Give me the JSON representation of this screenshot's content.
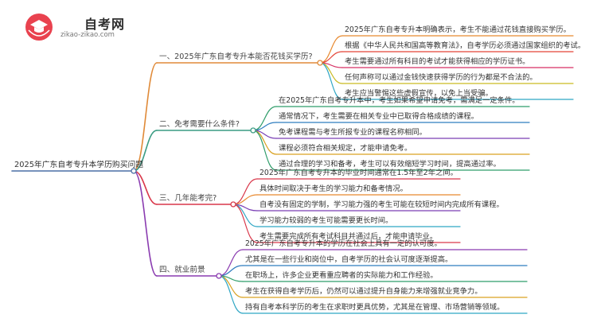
{
  "logo": {
    "title": "自考网",
    "url": "zikao-zikao.com"
  },
  "colors": {
    "b1": "#e08a38",
    "b2": "#3a9c83",
    "b3": "#d9374a",
    "b4": "#8a3bb0",
    "leaf_b1": [
      "#e8892f",
      "#e44336",
      "#d62f63",
      "#c9ba22",
      "#2fa6c4"
    ],
    "leaf_b2": [
      "#2f9d6a",
      "#2f7dbf",
      "#7a3fb5",
      "#d9a221",
      "#2f9d6a"
    ],
    "leaf_b3": [
      "#d9374a",
      "#e8892f",
      "#7a3fb5",
      "#2fa6c4",
      "#d9374a"
    ],
    "leaf_b4": [
      "#8a3bb0",
      "#2f7dbf",
      "#2f9d6a",
      "#d9a221",
      "#2fa6c4"
    ]
  },
  "root": {
    "label": "2025年广东自考专升本学历购买问题"
  },
  "branches": [
    {
      "label": "一、2025年广东自考专升本能否花钱买学历?",
      "leaves": [
        "2025年广东自考专升本明确表示，考生不能通过花钱直接购买学历。",
        "根据《中华人民共和国高等教育法》，自考学历必须通过国家组织的考试。",
        "考生需要通过所有科目的考试才能获得相应的学历证书。",
        "任何声称可以通过金钱快速获得学历的行为都是不合法的。",
        "考生应当警惕这些虚假宣传，以免上当受骗。"
      ]
    },
    {
      "label": "二、免考需要什么条件?",
      "leaves": [
        "在2025年广东自考专升本中，考生如果希望申请免考，需满足一定条件。",
        "通常情况下，考生需要在相关专业中已取得合格成绩的课程。",
        "免考课程需与考生所报专业的课程名称相同。",
        "课程必须符合相关规定，才能申请免考。",
        "通过合理的学习和备考，考生可以有效缩短学习时间，提高通过率。"
      ]
    },
    {
      "label": "三、几年能考完?",
      "leaves": [
        "2025年广东自考专升本的毕业时间通常在1.5年至2年之间。",
        "具体时间取决于考生的学习能力和备考情况。",
        "自考没有固定的学制，学习能力强的考生可能在较短时间内完成所有课程。",
        "学习能力较弱的考生可能需要更长时间。",
        "考生需要完成所有考试科目并通过后，才能申请毕业。"
      ]
    },
    {
      "label": "四、就业前景",
      "leaves": [
        "2025年广东自考专升本的学历在社会上具有一定的认可度。",
        "尤其是在一些行业和岗位中，自考学历的社会认可度逐渐提高。",
        "在职场上，许多企业更看重应聘者的实际能力和工作经验。",
        "考生在获得自考学历后，仍然可以通过提升自身能力来增强就业竞争力。",
        "持有自考本科学历的考生在求职时更具优势，尤其是在管理、市场营销等领域。"
      ]
    }
  ]
}
